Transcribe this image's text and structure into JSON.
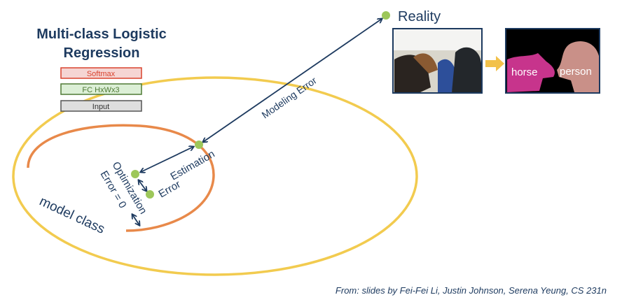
{
  "title_line1": "Multi-class Logistic",
  "title_line2": "Regression",
  "layers": [
    {
      "label": "Softmax",
      "fill": "#f5d5d3",
      "stroke": "#d9432e",
      "text": "#d9432e"
    },
    {
      "label": "FC HxWx3",
      "fill": "#dcefd6",
      "stroke": "#4f7a35",
      "text": "#4f7a35"
    },
    {
      "label": "Input",
      "fill": "#dedede",
      "stroke": "#555555",
      "text": "#333333"
    }
  ],
  "reality_label": "Reality",
  "modeling_error_label": "Modeling Error",
  "estimation_label": "Estimation",
  "estimation_error_label": "Error",
  "optimization_label": "Optimization",
  "optimization_error_label": "Error = 0",
  "model_class_label": "model class",
  "segmentation_labels": {
    "horse": "horse",
    "person": "person"
  },
  "credit": "From: slides by Fei-Fei Li, Justin Johnson, Serena Yeung, CS 231n",
  "colors": {
    "navy": "#1d3a5f",
    "yellow": "#f2cb4f",
    "orange": "#e8894a",
    "green": "#9dc75a",
    "horse": "#c7348c",
    "person": "#c99088"
  }
}
